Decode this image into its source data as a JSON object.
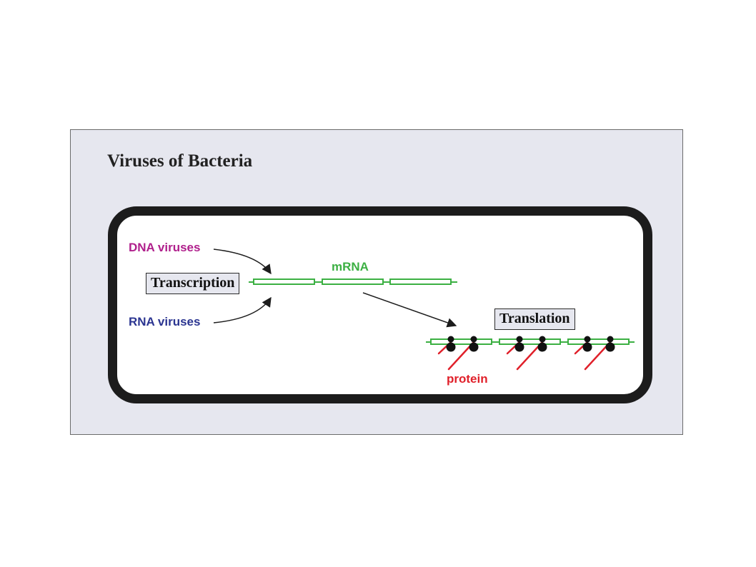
{
  "title": "Viruses of Bacteria",
  "labels": {
    "dna_viruses": "DNA viruses",
    "rna_viruses": "RNA viruses",
    "transcription": "Transcription",
    "mrna": "mRNA",
    "translation": "Translation",
    "protein": "protein"
  },
  "colors": {
    "panel_background": "#e6e7ef",
    "cell_wall": "#1c1c1c",
    "dna_viruses": "#b0208c",
    "rna_viruses": "#2b3591",
    "mrna": "#3cb043",
    "protein": "#e0202a",
    "ribosome": "#111111"
  }
}
